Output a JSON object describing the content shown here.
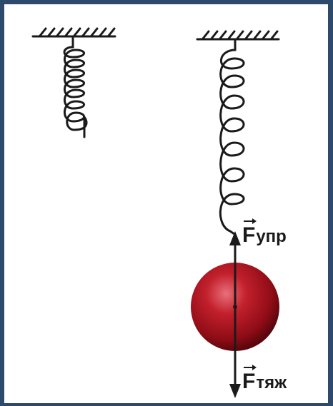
{
  "diagram": {
    "force_elastic": {
      "symbol": "F",
      "subscript": "упр"
    },
    "force_gravity": {
      "symbol": "F",
      "subscript": "тяж"
    },
    "colors": {
      "frame": "#2d4a6a",
      "background": "#ffffff",
      "line": "#1a1a1a",
      "ball": "#a0101a",
      "ball_highlight": "#e8707a"
    },
    "elements": [
      "ceiling-support-left",
      "spring-unstretched",
      "ceiling-support-right",
      "spring-stretched",
      "ball",
      "elastic-force-arrow",
      "gravity-force-arrow"
    ]
  }
}
